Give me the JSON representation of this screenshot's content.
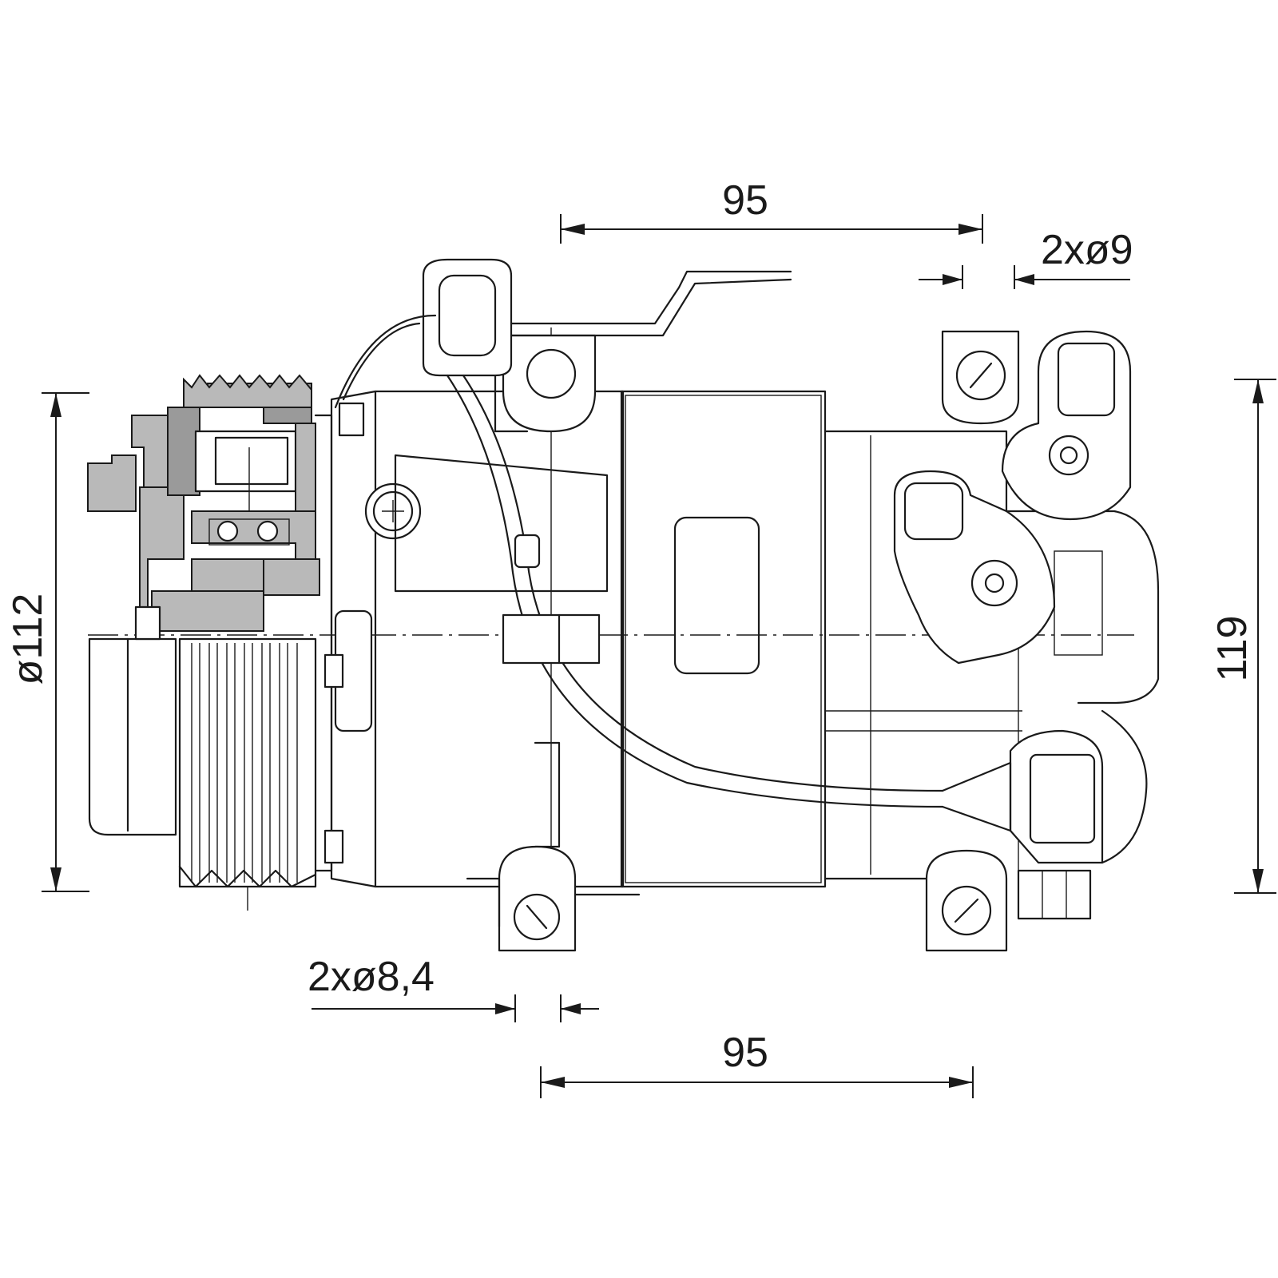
{
  "dimensions": {
    "top_width": "95",
    "upper_hole": "2xø9",
    "lower_hole": "2xø8,4",
    "bottom_width": "95",
    "pulley_diameter": "ø112",
    "height": "119"
  }
}
